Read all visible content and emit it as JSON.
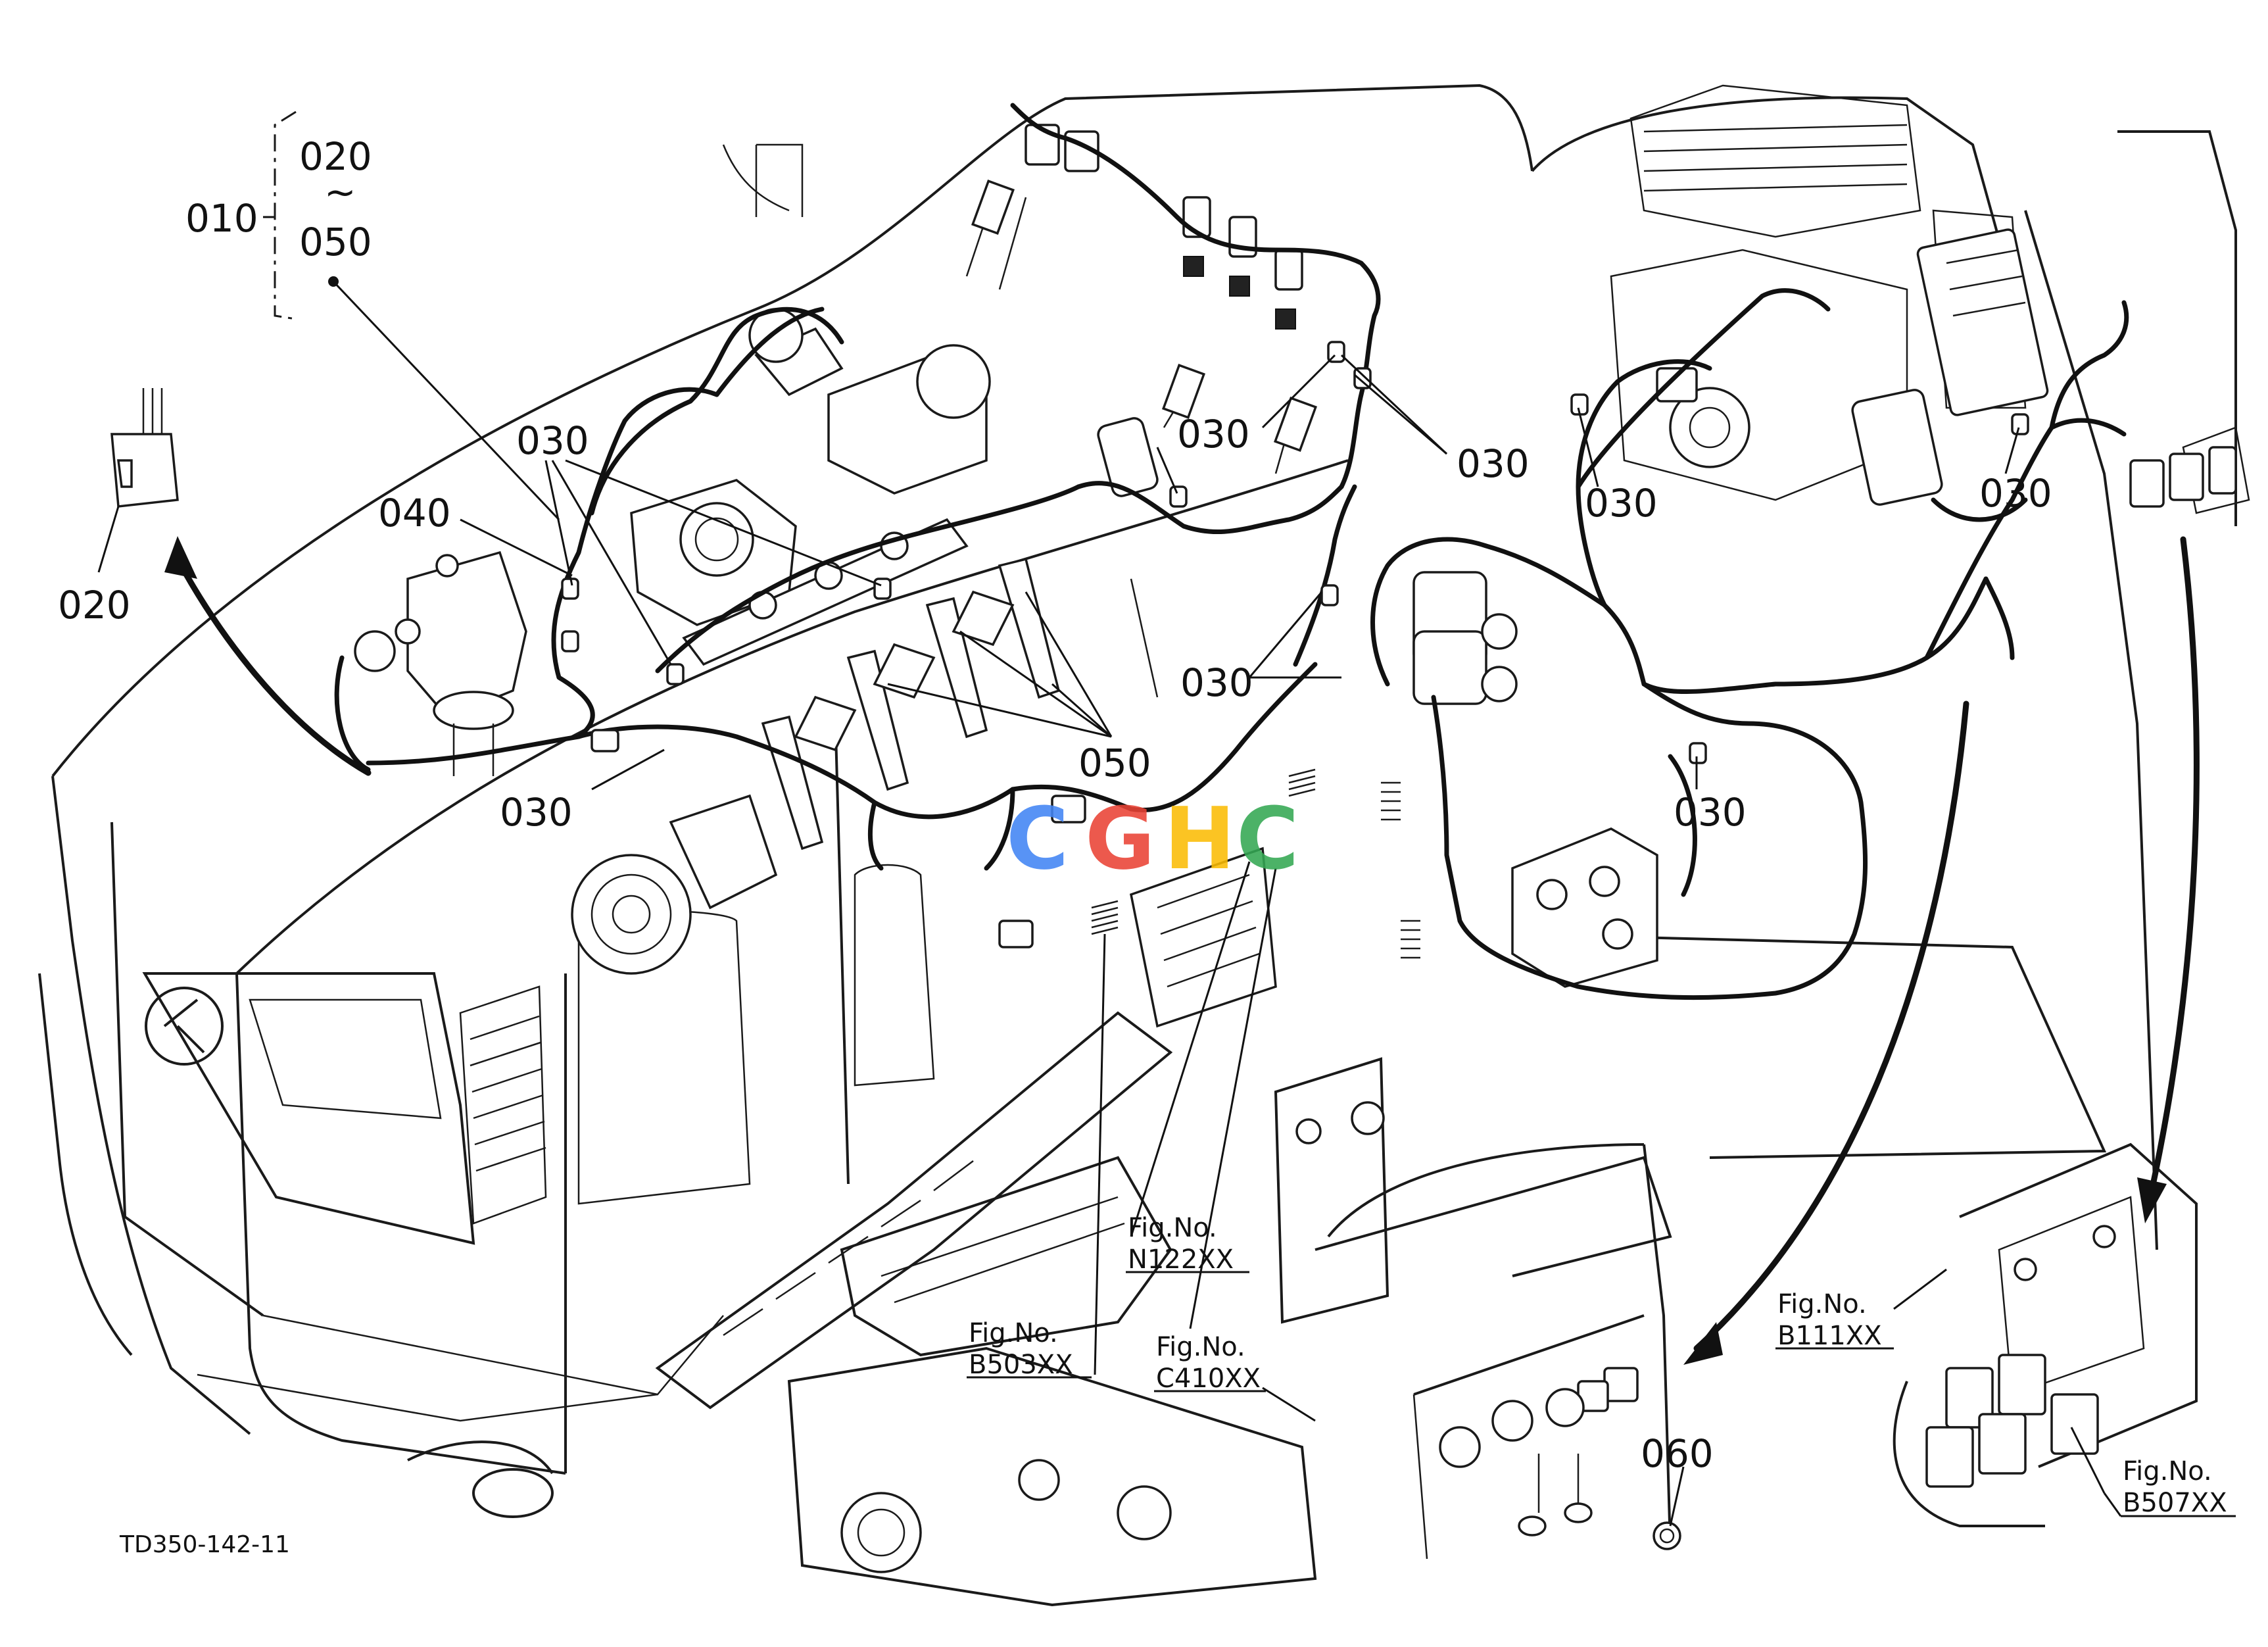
{
  "callouts": {
    "range_top": "020",
    "range_tilde": "~",
    "range_bottom": "050",
    "main": "010",
    "c020": "020",
    "c040": "040",
    "c030a": "030",
    "c030b": "030",
    "c030c": "030",
    "c030d": "030",
    "c030e": "030",
    "c030f": "030",
    "c030g": "030",
    "c030h": "030",
    "c050": "050",
    "c060": "060"
  },
  "figure_refs": {
    "n122": {
      "label": "Fig.No.",
      "code": "N122XX"
    },
    "b503": {
      "label": "Fig.No.",
      "code": "B503XX"
    },
    "c410": {
      "label": "Fig.No.",
      "code": "C410XX"
    },
    "b111": {
      "label": "Fig.No.",
      "code": "B111XX"
    },
    "b507": {
      "label": "Fig.No.",
      "code": "B507XX"
    }
  },
  "drawing_code": "TD350-142-11",
  "watermark": {
    "letters": [
      "C",
      "G",
      "H",
      "C"
    ],
    "colors": [
      "#4285F4",
      "#EA4335",
      "#FBBC05",
      "#34A853"
    ]
  }
}
